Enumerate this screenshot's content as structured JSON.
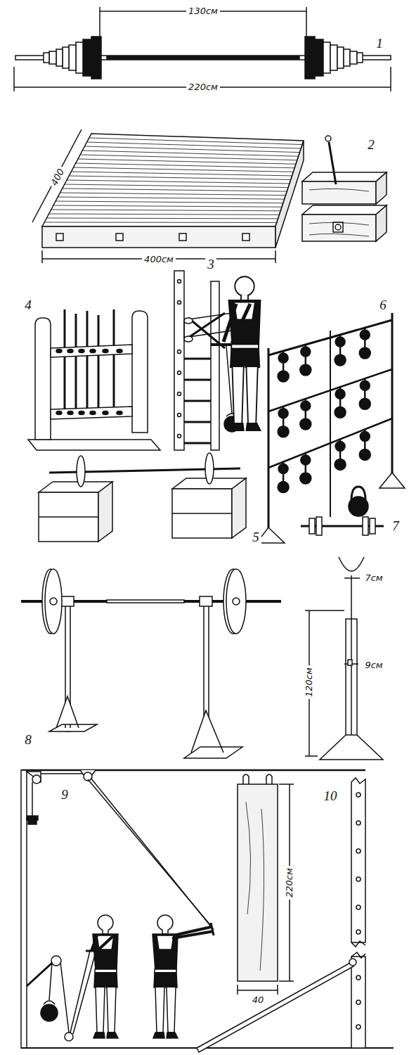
{
  "diagram": {
    "labels": [
      "130см",
      "1",
      "220см",
      "400",
      "2",
      "400см",
      "4",
      "3",
      "6",
      "5",
      "7",
      "7см",
      "8",
      "120см",
      "9см",
      "9",
      "220см",
      "10",
      "40"
    ]
  }
}
